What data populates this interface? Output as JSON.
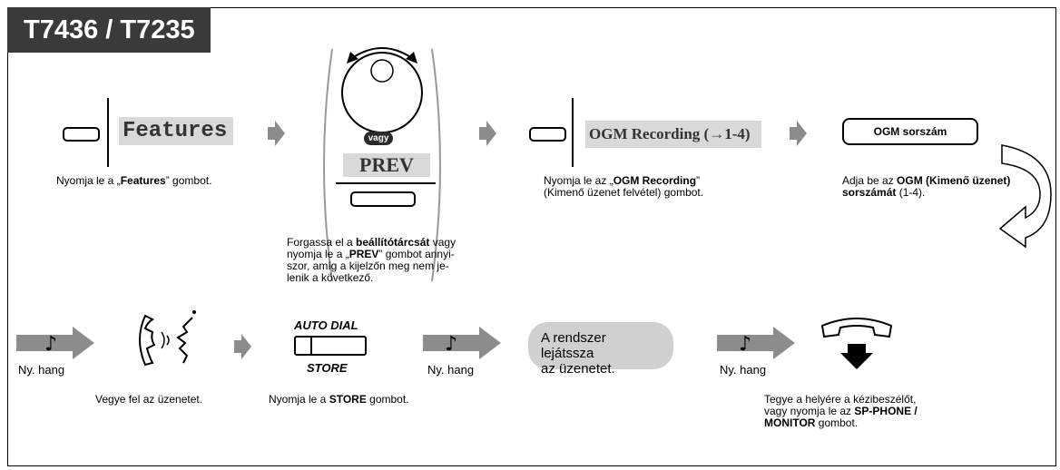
{
  "title": "T7436 / T7235",
  "step1": {
    "lcd": "Features",
    "caption_pre": "Nyomja le a „",
    "caption_bold": "Features",
    "caption_post": "” gombot."
  },
  "step2": {
    "vagy": "vagy",
    "lcd": "PREV",
    "cap_1": "Forgassa el a ",
    "cap_1_bold": "beállítótárcsát",
    "cap_1_post": " vagy",
    "cap_2": "nyomja le a „",
    "cap_2_bold": "PREV",
    "cap_2_post": "” gombot annyi-",
    "cap_3": "szor, amíg a kijelzőn meg nem je-",
    "cap_4": "lenik a következő."
  },
  "step3": {
    "lcd": "OGM Recording (→1-4)",
    "cap_1_pre": "Nyomja le az „",
    "cap_1_bold": "OGM Recording",
    "cap_1_post": "”",
    "cap_2": "(Kimenő üzenet felvétel) gombot."
  },
  "step4": {
    "box": "OGM sorszám",
    "cap_1_pre": "Adja be az ",
    "cap_1_bold": "OGM (Kimenő üzenet)",
    "cap_2_bold": "sorszámát",
    "cap_2_post": " (1-4)."
  },
  "row2": {
    "tone_1": "Ny. hang",
    "tone_2": "Ny. hang",
    "tone_3": "Ny. hang",
    "record_caption": "Vegye fel az üzenetet.",
    "auto_dial": "AUTO DIAL",
    "store": "STORE",
    "store_cap_pre": "Nyomja le a ",
    "store_cap_bold": "STORE",
    "store_cap_post": " gombot.",
    "bubble_1": "A rendszer lejátssza",
    "bubble_2": "az üzenetet.",
    "hangup_1": "Tegye a helyére a kézibeszélőt,",
    "hangup_2_pre": "vagy nyomja le az ",
    "hangup_2_bold": "SP-PHONE /",
    "hangup_3_bold": "MONITOR",
    "hangup_3_post": " gombot."
  },
  "colors": {
    "accent_dark": "#3a3a3a",
    "lcd_bg": "#d9d9d9",
    "arrow_gray": "#8c8c8c",
    "bubble": "#d0d0d0"
  }
}
